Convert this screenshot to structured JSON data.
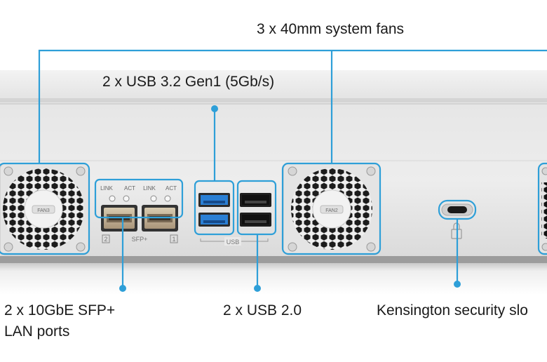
{
  "callouts": {
    "fans": "3 x 40mm system fans",
    "usb32": "2 x USB 3.2 Gen1 (5Gb/s)",
    "sfp_line1": "2 x 10GbE SFP+",
    "sfp_line2": "LAN ports",
    "usb20": "2 x USB 2.0",
    "kensington": "Kensington security slo"
  },
  "panel_text": {
    "fan3": "FAN3",
    "fan2": "FAN2",
    "link_a": "LINK",
    "act_a": "ACT",
    "link_b": "LINK",
    "act_b": "ACT",
    "sfp": "SFP+",
    "port2": "2",
    "port1": "1",
    "usb": "USB"
  },
  "colors": {
    "callout_blue": "#2e9fd8",
    "panel_grey": "#e8e8e8",
    "usb3_blue": "#2a7fd4"
  }
}
